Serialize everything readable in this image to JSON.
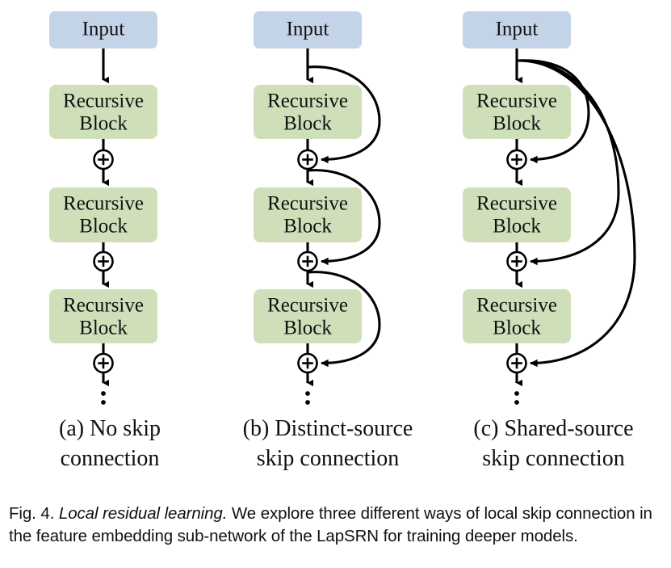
{
  "figure": {
    "label": "Fig. 4.",
    "emphasis": "Local residual learning.",
    "caption_rest": " We explore three different ways of local skip connection in the feature embedding sub-network of the LapSRN for training deeper models.",
    "caption_full": "Fig. 4. Local residual learning. We explore three different ways of local skip connection in the feature embedding sub-network of the LapSRN for training deeper models."
  },
  "colors": {
    "input_block": "#c3d3e8",
    "recursive_block": "#cfdfba",
    "stroke": "#000000",
    "background": "#ffffff",
    "text": "#111111"
  },
  "panels": [
    {
      "id": "a",
      "subcaption_line1": "(a) No skip",
      "subcaption_line2": "connection",
      "input_label": "Input",
      "block_labels": [
        "Recursive Block",
        "Recursive Block",
        "Recursive Block"
      ],
      "block_line1": "Recursive",
      "block_line2": "Block",
      "skip_type": "none",
      "num_blocks": 3,
      "num_adders": 3,
      "adder_symbol": "+",
      "trailing_ellipsis": true
    },
    {
      "id": "b",
      "subcaption_line1": "(b) Distinct-source",
      "subcaption_line2": "skip connection",
      "input_label": "Input",
      "block_labels": [
        "Recursive Block",
        "Recursive Block",
        "Recursive Block"
      ],
      "block_line1": "Recursive",
      "block_line2": "Block",
      "skip_type": "distinct-source",
      "num_blocks": 3,
      "num_adders": 3,
      "num_skip_curves": 3,
      "adder_symbol": "+",
      "trailing_ellipsis": true
    },
    {
      "id": "c",
      "subcaption_line1": "(c) Shared-source",
      "subcaption_line2": "skip connection",
      "input_label": "Input",
      "block_labels": [
        "Recursive Block",
        "Recursive Block",
        "Recursive Block"
      ],
      "block_line1": "Recursive",
      "block_line2": "Block",
      "skip_type": "shared-source",
      "num_blocks": 3,
      "num_adders": 3,
      "num_skip_curves": 3,
      "adder_symbol": "+",
      "trailing_ellipsis": true
    }
  ]
}
